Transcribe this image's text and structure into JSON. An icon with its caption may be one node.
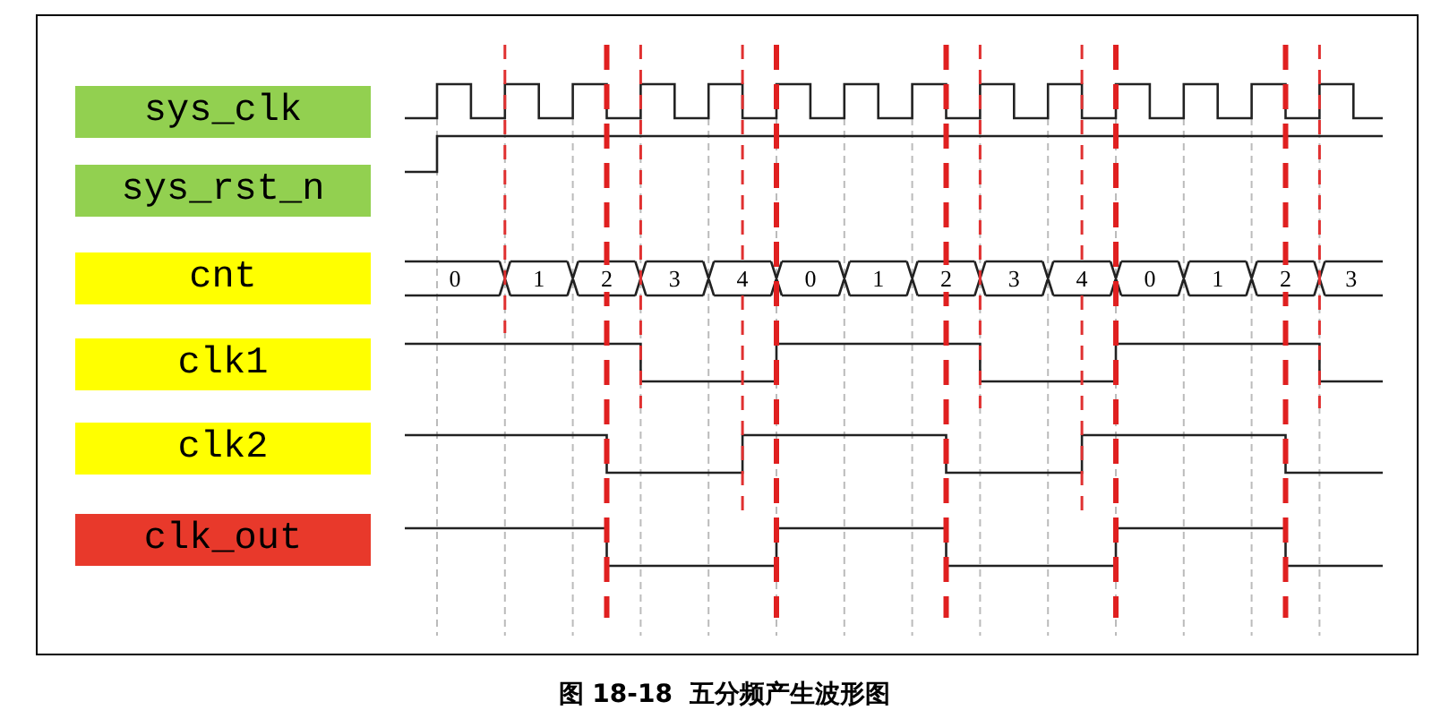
{
  "diagram": {
    "caption": "图 18-18  五分频产生波形图",
    "nodes": [
      {
        "text": [
          "sys_clk"
        ]
      },
      {
        "text": [
          "sys_rst_n"
        ]
      },
      {
        "text": [
          "cnt"
        ]
      },
      {
        "text": [
          "clk1"
        ]
      },
      {
        "text": [
          "clk2"
        ]
      },
      {
        "text": [
          "clk_out"
        ]
      }
    ],
    "labels": [
      "0",
      "1",
      "2",
      "3",
      "4",
      "0",
      "1",
      "2",
      "3",
      "4",
      "0",
      "1",
      "2",
      "3"
    ]
  }
}
